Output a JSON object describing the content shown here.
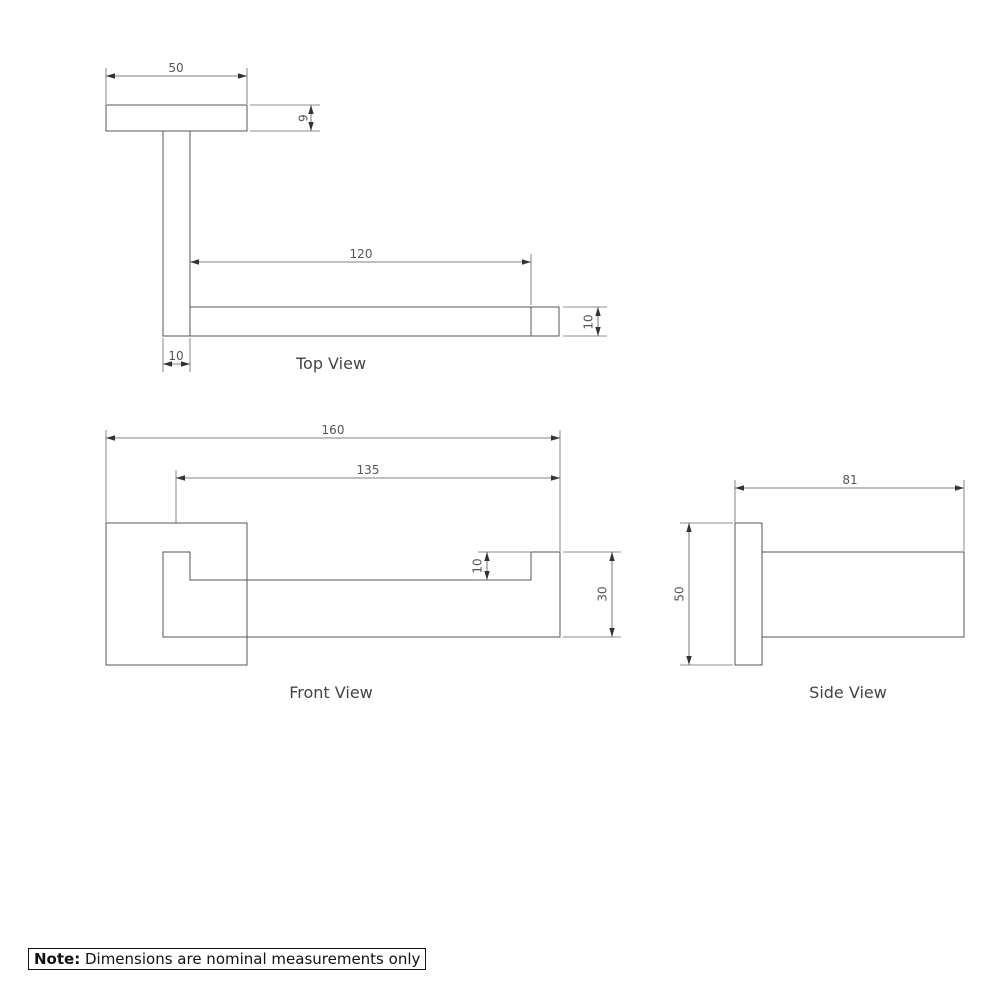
{
  "views": {
    "top": {
      "label": "Top View",
      "dims": {
        "plate_width": "50",
        "plate_depth": "9",
        "arm_length": "120",
        "arm_width": "10",
        "post_width": "10"
      }
    },
    "front": {
      "label": "Front View",
      "dims": {
        "overall_length": "160",
        "arm_length": "135",
        "arm_thickness": "10",
        "height": "30"
      }
    },
    "side": {
      "label": "Side View",
      "dims": {
        "projection": "81",
        "plate_height": "50"
      }
    }
  },
  "note": {
    "bold": "Note:",
    "text": " Dimensions are nominal measurements only"
  }
}
